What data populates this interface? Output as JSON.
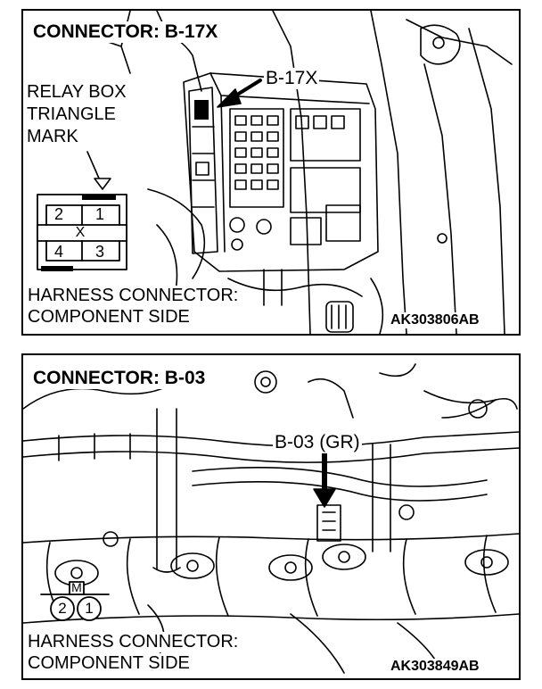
{
  "panel1": {
    "title": "CONNECTOR: B-17X",
    "relay_label_1": "RELAY BOX",
    "relay_label_2": "TRIANGLE",
    "relay_label_3": "MARK",
    "callout": "B-17X",
    "harness_1": "HARNESS CONNECTOR:",
    "harness_2": "COMPONENT SIDE",
    "code": "AK303806AB",
    "pins": {
      "p1": "1",
      "p2": "2",
      "p3": "3",
      "p4": "4",
      "key": "X"
    }
  },
  "panel2": {
    "title": "CONNECTOR: B-03",
    "callout": "B-03 (GR)",
    "harness_1": "HARNESS CONNECTOR:",
    "harness_2": "COMPONENT SIDE",
    "code": "AK303849AB",
    "pins": {
      "p1": "1",
      "p2": "2",
      "key": "M"
    }
  }
}
